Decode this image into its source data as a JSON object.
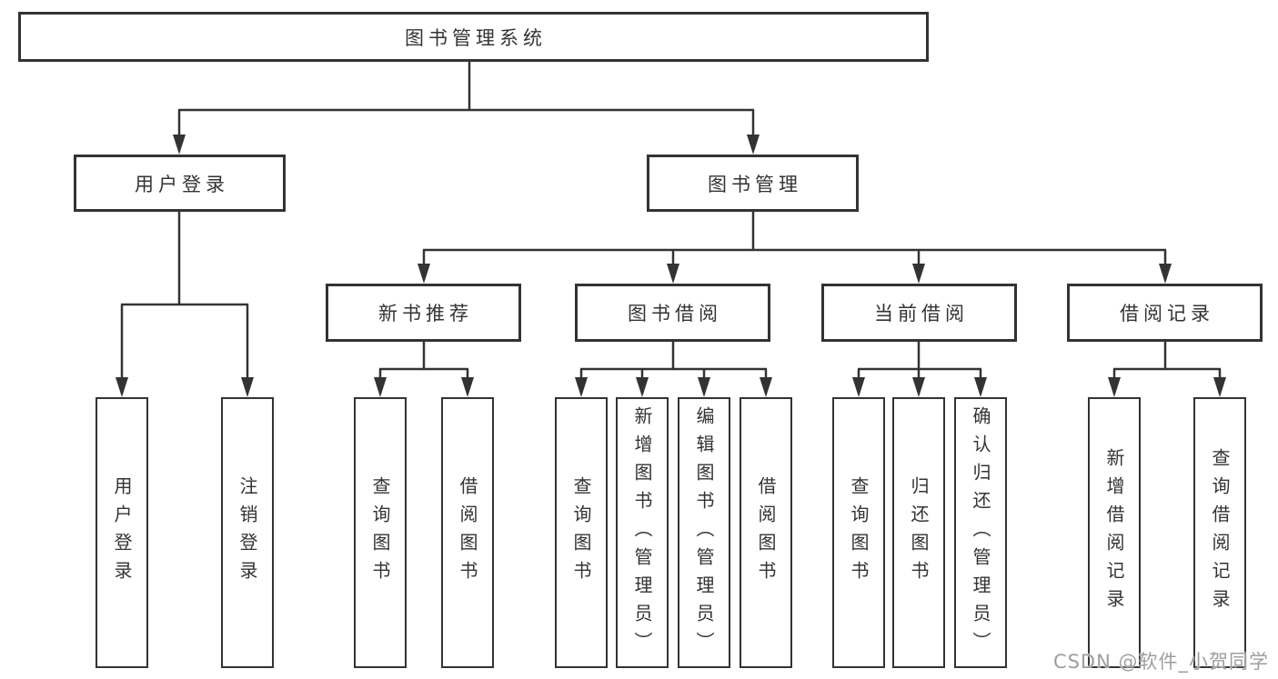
{
  "tree": {
    "root": {
      "label": "图书管理系统"
    },
    "level2": [
      {
        "label": "用户登录",
        "children": [
          {
            "label": "用户登录"
          },
          {
            "label": "注销登录"
          }
        ]
      },
      {
        "label": "图书管理",
        "children": [
          {
            "label": "新书推荐",
            "children": [
              {
                "label": "查询图书"
              },
              {
                "label": "借阅图书"
              }
            ]
          },
          {
            "label": "图书借阅",
            "children": [
              {
                "label": "查询图书"
              },
              {
                "label": "新增图书（管理员）"
              },
              {
                "label": "编辑图书（管理员）"
              },
              {
                "label": "借阅图书"
              }
            ]
          },
          {
            "label": "当前借阅",
            "children": [
              {
                "label": "查询图书"
              },
              {
                "label": "归还图书"
              },
              {
                "label": "确认归还（管理员）"
              }
            ]
          },
          {
            "label": "借阅记录",
            "children": [
              {
                "label": "新增借阅记录"
              },
              {
                "label": "查询借阅记录"
              }
            ]
          }
        ]
      }
    ]
  },
  "watermark": "CSDN @软件_小贺同学",
  "colors": {
    "line": "#333333",
    "box_border": "#333333",
    "text": "#333333",
    "background": "#ffffff",
    "watermark": "#9e9e9e"
  }
}
